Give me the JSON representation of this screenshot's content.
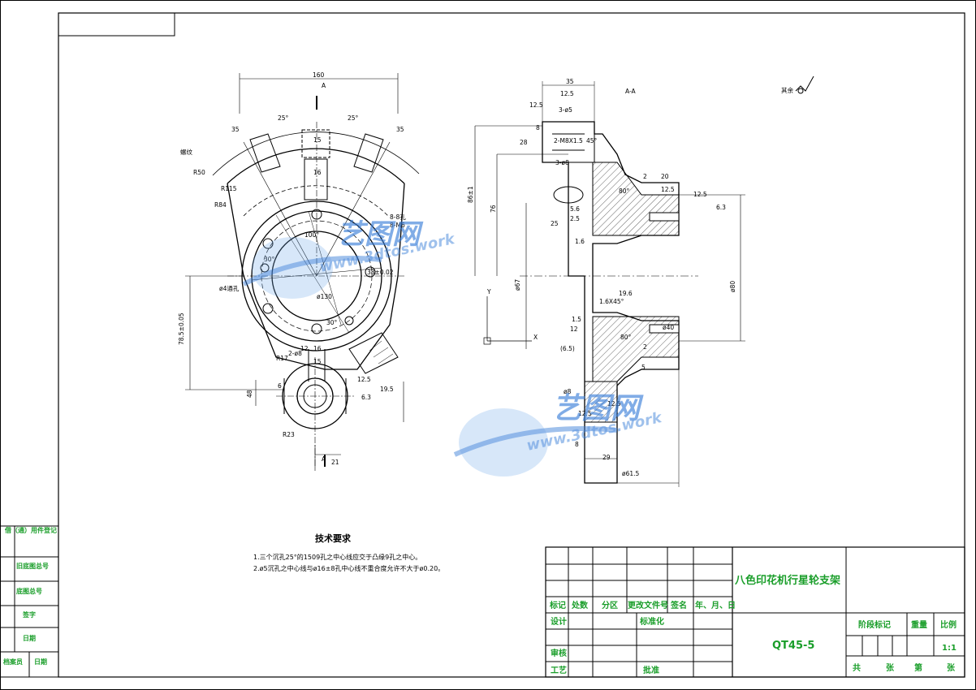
{
  "title_block": {
    "part_name": "八色印花机行星轮支架",
    "drawing_no": "QT45-5",
    "scale": "1:1",
    "headers": [
      "标记",
      "处数",
      "分区",
      "更改文件号",
      "签名",
      "年、月、日"
    ],
    "design": "设计",
    "standardize": "标准化",
    "review": "审核",
    "process": "工艺",
    "approve": "批准",
    "stage_mark": "阶段标记",
    "weight": "重量",
    "scale_label": "比例",
    "total": "共",
    "sheets": "张",
    "sheet_no": "第",
    "sheets2": "张"
  },
  "side_box": {
    "rows": [
      "借（通）用件登记",
      "旧底图总号",
      "底图总号",
      "签字",
      "日期"
    ],
    "last_left": "档案员",
    "last_right": "日期"
  },
  "tech_req": {
    "title": "技术要求",
    "lines": [
      "1.三个沉孔25°的1509孔之中心线应交于凸缘9孔之中心。",
      "2.ø5沉孔之中心线与ø16±8孔中心线不重合度允许不大于ø0.20。"
    ]
  },
  "views": {
    "section_label": "A-A",
    "rest_mark": "其余",
    "cut_A": "A",
    "axis_y": "Y",
    "axis_x": "X"
  },
  "dims_front": [
    "160",
    "25°",
    "25°",
    "35",
    "35",
    "16",
    "15",
    "30°",
    "30°",
    "R50",
    "R84",
    "R115",
    "100°",
    "16",
    "78.5±0.05",
    "15",
    "48",
    "6",
    "R23",
    "38±0.02",
    "ø130",
    "8-8孔",
    "8-M6",
    "螺纹",
    "ø4通孔",
    "12",
    "12.5",
    "19.5",
    "6.3",
    "R17",
    "21",
    "2-ø8"
  ],
  "dims_section": [
    "35",
    "12.5",
    "3-ø5",
    "12.5",
    "28",
    "2-M8X1.5",
    "45°",
    "3-ø8",
    "76",
    "8",
    "86±1",
    "25",
    "2.5",
    "1.6",
    "5.6",
    "1.6X45°",
    "19.6",
    "12.5",
    "6.3",
    "80°",
    "2",
    "20",
    "12.5",
    "ø67",
    "ø80",
    "12",
    "1.5",
    "(6.5)",
    "2",
    "80°",
    "5",
    "12.5",
    "29",
    "ø61.5",
    "ø8",
    "12.5",
    "8",
    "ø40"
  ],
  "watermark": {
    "brand": "艺图网",
    "url": "www.3dtos.work",
    "color": "#3a7fd9"
  }
}
